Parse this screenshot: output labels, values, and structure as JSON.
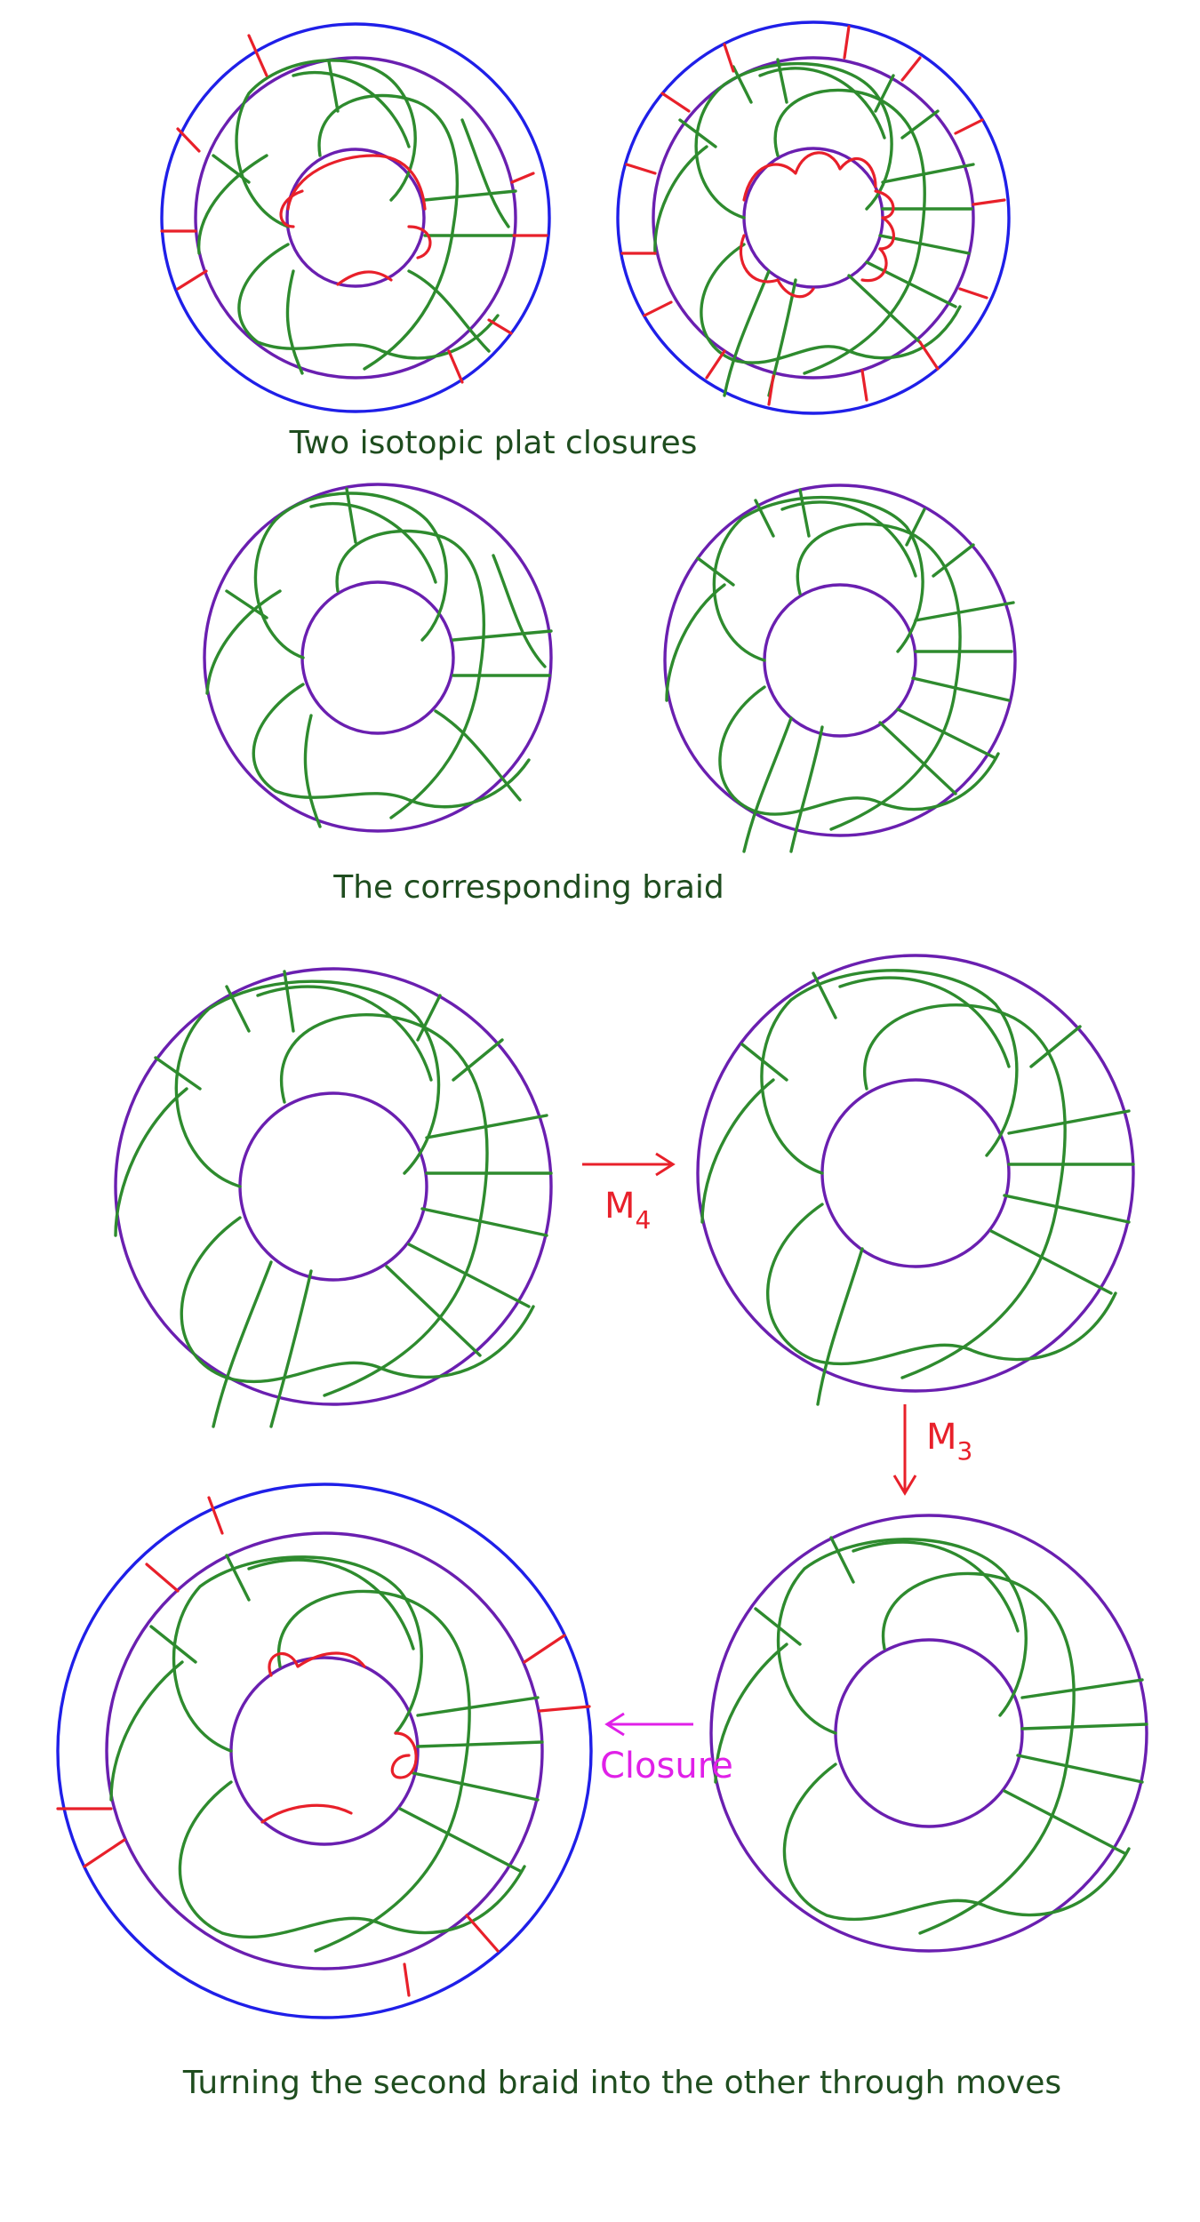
{
  "captions": {
    "top": "Two isotopic plat closures",
    "middle": "The corresponding braid",
    "bottom": "Turning the second braid into the other through moves"
  },
  "moves": {
    "m4": "M",
    "m4_sub": "4",
    "m3": "M",
    "m3_sub": "3",
    "closure": "Closure"
  },
  "colors": {
    "strand": "#2e8b2e",
    "closure_arc": "#e8202a",
    "braid_boundary": "#6a1fb0",
    "closure_boundary": "#1f1fe8",
    "move_arrow": "#e8202a",
    "closure_arrow": "#e020e8",
    "caption_text": "#1f4d1f"
  }
}
